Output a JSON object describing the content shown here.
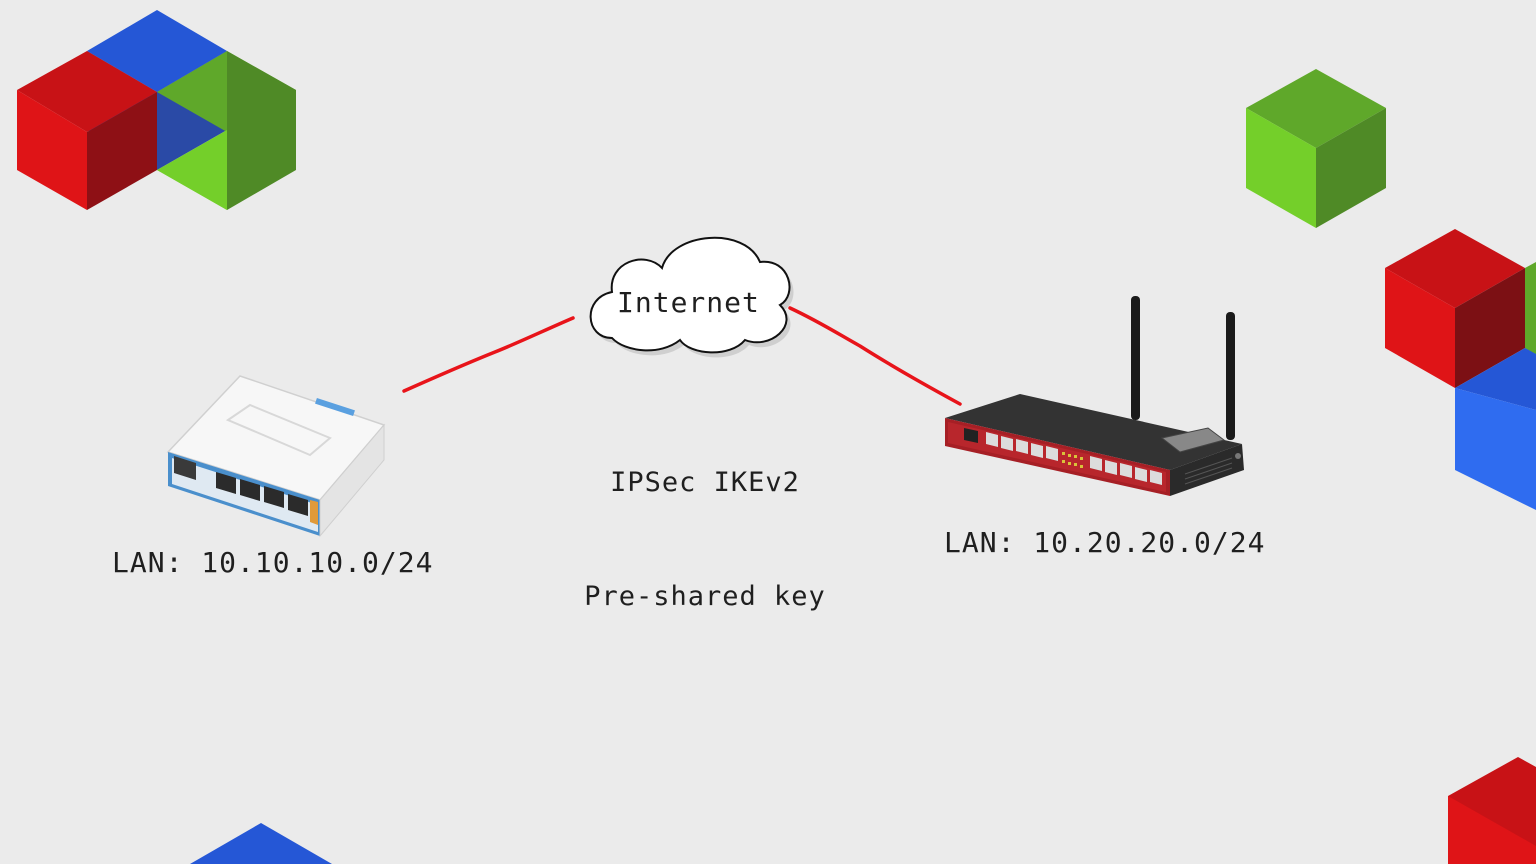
{
  "cloud": {
    "label": "Internet"
  },
  "tunnel": {
    "line1": "IPSec IKEv2",
    "line2": "Pre-shared key"
  },
  "left_site": {
    "lan_label": "LAN: 10.10.10.0/24"
  },
  "right_site": {
    "lan_label": "LAN: 10.20.20.0/24"
  },
  "colors": {
    "background": "#ebebeb",
    "link": "#e8141a",
    "cube_red": "#d61417",
    "cube_blue": "#2e6ae8",
    "cube_green": "#6fbf2c",
    "router_left_body": "#f4f4f4",
    "router_left_accent": "#3c87c8",
    "router_right_body": "#2b2b2b",
    "router_right_front": "#b3242a"
  }
}
